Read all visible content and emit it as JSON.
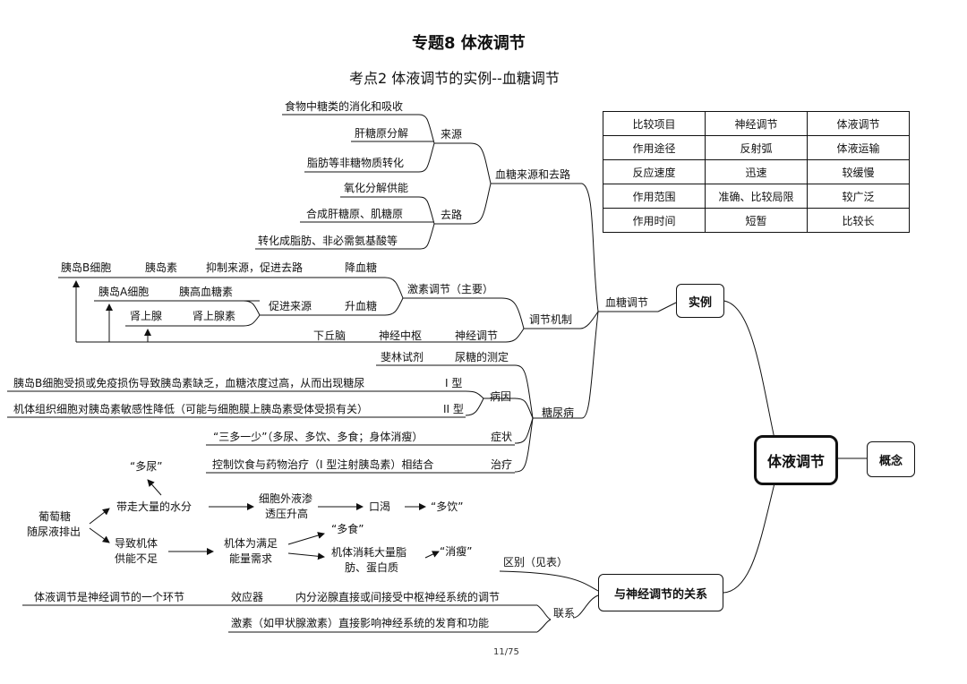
{
  "title": "专题8  体液调节",
  "subtitle": "考点2  体液调节的实例--血糖调节",
  "page_number": "11/75",
  "nodes": {
    "main": "体液调节",
    "concept": "概念",
    "example": "实例",
    "relation": "与神经调节的关系",
    "blood_sugar_reg": "血糖调节",
    "source_sink": "血糖来源和去路",
    "source": "来源",
    "sink": "去路",
    "src1": "食物中糖类的消化和吸收",
    "src2": "肝糖原分解",
    "src3": "脂肪等非糖物质转化",
    "sink1": "氧化分解供能",
    "sink2": "合成肝糖原、肌糖原",
    "sink3": "转化成脂肪、非必需氨基酸等",
    "mechanism": "调节机制",
    "hormone_reg": "激素调节（主要）",
    "beta_cell": "胰岛B细胞",
    "insulin": "胰岛素",
    "insulin_effect": "抑制来源，促进去路",
    "lower_sugar": "降血糖",
    "alpha_cell": "胰岛A细胞",
    "glucagon": "胰高血糖素",
    "promote_source": "促进来源",
    "raise_sugar": "升血糖",
    "adrenal": "肾上腺",
    "adrenaline": "肾上腺素",
    "hypothalamus": "下丘脑",
    "nerve_center": "神经中枢",
    "nerve_reg": "神经调节",
    "diabetes": "糖尿病",
    "fehling": "斐林试剂",
    "urine_test": "尿糖的测定",
    "cause": "病因",
    "type1_desc": "胰岛B细胞受损或免疫损伤导致胰岛素缺乏，血糖浓度过高，从而出现糖尿",
    "type1": "I 型",
    "type2_desc": "机体组织细胞对胰岛素敏感性降低（可能与细胞膜上胰岛素受体受损有关）",
    "type2": "II 型",
    "symptom_desc": "“三多一少”（多尿、多饮、多食；身体消瘦）",
    "symptom": "症状",
    "treat_desc": "控制饮食与药物治疗（I 型注射胰岛素）相结合",
    "treat": "治疗",
    "q_duoniao": "“多尿”",
    "glucose": "葡萄糖",
    "urine_out": "随尿液排出",
    "take_water": "带走大量的水分",
    "osmotic_1": "细胞外液渗",
    "osmotic_2": "透压升高",
    "thirst": "口渴",
    "q_duoyin": "“多饮”",
    "cause_1": "导致机体",
    "cause_2": "供能不足",
    "energy_1": "机体为满足",
    "energy_2": "能量需求",
    "q_duoshi": "“多食”",
    "consume_1": "机体消耗大量脂",
    "consume_2": "肪、蛋白质",
    "q_xiaoshou": "“消瘦”",
    "difference": "区别（见表）",
    "link": "联系",
    "link1_a": "体液调节是神经调节的一个环节",
    "link1_b": "效应器",
    "link1_c": "内分泌腺直接或间接受中枢神经系统的调节",
    "link2": "激素（如甲状腺激素）直接影响神经系统的发育和功能"
  },
  "table": {
    "rows": [
      [
        "比较项目",
        "神经调节",
        "体液调节"
      ],
      [
        "作用途径",
        "反射弧",
        "体液运输"
      ],
      [
        "反应速度",
        "迅速",
        "较缓慢"
      ],
      [
        "作用范围",
        "准确、比较局限",
        "较广泛"
      ],
      [
        "作用时间",
        "短暂",
        "比较长"
      ]
    ]
  }
}
